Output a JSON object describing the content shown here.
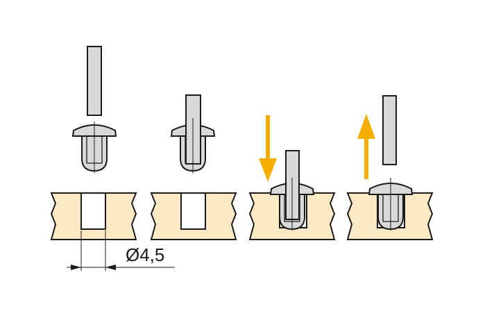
{
  "diagram": {
    "dimension_label": "Ø4,5",
    "colors": {
      "board": "#fbe8c4",
      "pin": "#d9d9d9",
      "arrow": "#f5ad00",
      "line": "#1a1a1a"
    },
    "steps": [
      {
        "name": "separate-parts"
      },
      {
        "name": "pin-inserted-in-cap"
      },
      {
        "name": "press-into-hole",
        "arrow": "down"
      },
      {
        "name": "remove-pin",
        "arrow": "up"
      }
    ]
  }
}
